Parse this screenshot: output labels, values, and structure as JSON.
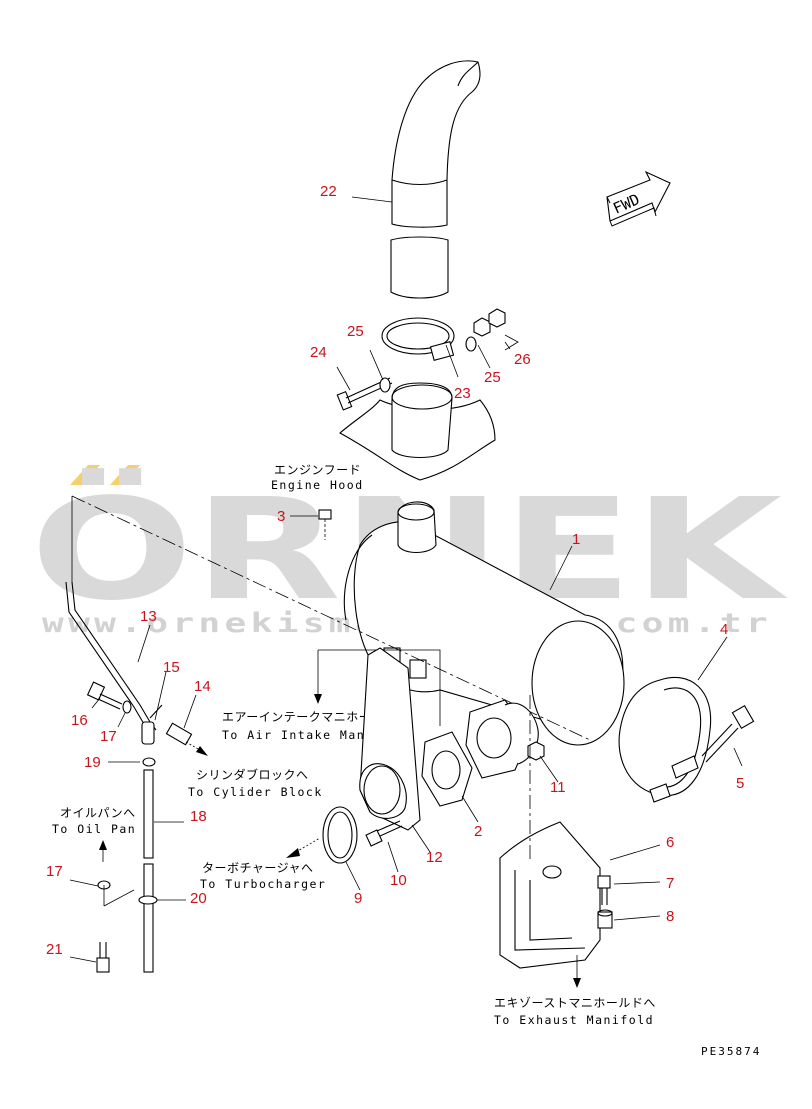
{
  "watermark": {
    "brand": "ÖRNEK",
    "url": "www.ornekismakinalari.com.tr",
    "accent_color": "#f5cf6a",
    "text_color": "#d9d9d9"
  },
  "drawing_code": "PE35874",
  "fwd_label": "FWD",
  "labels": {
    "engine_hood_jp": "エンジンフード",
    "engine_hood_en": "Engine Hood",
    "air_intake_jp": "エアーインテークマニホールドへ",
    "air_intake_en": "To Air Intake Manifold",
    "cylinder_block_jp": "シリンダブロックへ",
    "cylinder_block_en": "To Cylider Block",
    "oil_pan_jp": "オイルパンへ",
    "oil_pan_en": "To Oil Pan",
    "turbocharger_jp": "ターボチャージャへ",
    "turbocharger_en": "To Turbocharger",
    "exhaust_jp": "エキゾーストマニホールドへ",
    "exhaust_en": "To Exhaust Manifold"
  },
  "callouts": {
    "c1": "1",
    "c2": "2",
    "c3": "3",
    "c4": "4",
    "c5": "5",
    "c6": "6",
    "c7": "7",
    "c8": "8",
    "c9": "9",
    "c10": "10",
    "c11": "11",
    "c12": "12",
    "c13": "13",
    "c14": "14",
    "c15": "15",
    "c16": "16",
    "c17a": "17",
    "c17b": "17",
    "c18": "18",
    "c19": "19",
    "c20": "20",
    "c21": "21",
    "c22": "22",
    "c23": "23",
    "c24": "24",
    "c25a": "25",
    "c25b": "25",
    "c26": "26"
  },
  "colors": {
    "callout": "#c8141e",
    "line": "#000000"
  }
}
